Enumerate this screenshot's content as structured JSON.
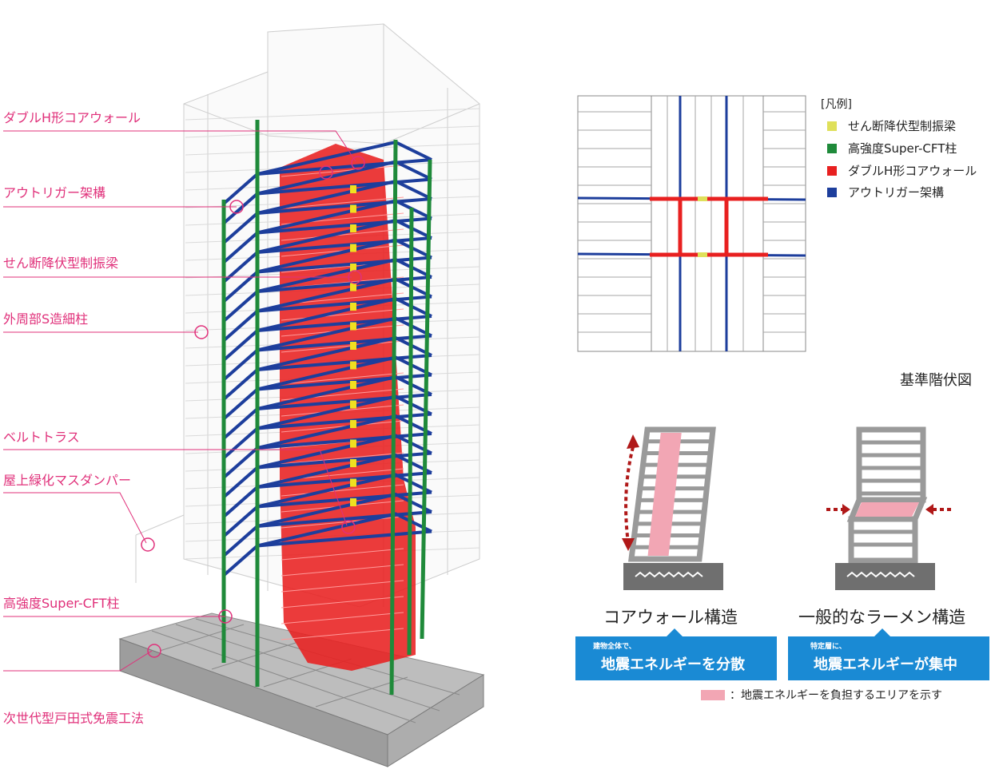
{
  "callouts": [
    {
      "id": "core-wall",
      "label": "ダブルH形コアウォール"
    },
    {
      "id": "outrigger",
      "label": "アウトリガー架構"
    },
    {
      "id": "damper-beam",
      "label": "せん断降伏型制振梁"
    },
    {
      "id": "perimeter-column",
      "label": "外周部S造細柱"
    },
    {
      "id": "belt-truss",
      "label": "ベルトトラス"
    },
    {
      "id": "roof-damper",
      "label": "屋上緑化マスダンパー"
    },
    {
      "id": "cft-column",
      "label": "高強度Super-CFT柱"
    },
    {
      "id": "isolation",
      "label": "次世代型戸田式免震工法"
    }
  ],
  "legend": {
    "title": "[凡例]",
    "items": [
      {
        "label": "せん断降伏型制振梁",
        "color": "#dfe05a"
      },
      {
        "label": "高強度Super-CFT柱",
        "color": "#1f8a3a"
      },
      {
        "label": "ダブルH形コアウォール",
        "color": "#e82020"
      },
      {
        "label": "アウトリガー架構",
        "color": "#1d3e9c"
      }
    ]
  },
  "floorplan_caption": "基準階伏図",
  "diagrams": [
    {
      "title": "コアウォール構造",
      "box_small": "建物全体で、",
      "box_big": "地震エネルギーを分散"
    },
    {
      "title": "一般的なラーメン構造",
      "box_small": "特定層に、",
      "box_big": "地震エネルギーが集中"
    }
  ],
  "note": {
    "marker": "：",
    "text": "地震エネルギーを負担するエリアを示す"
  },
  "colors": {
    "callout_pink": "#e0307a",
    "core_red": "#e82020",
    "outrigger_blue": "#1d3e9c",
    "column_green": "#1f8a3a",
    "damper_yellow": "#dfe05a",
    "box_blue": "#1a8ad4",
    "energy_pink": "#f2a6b4",
    "structure_gray": "#9a9a9a"
  }
}
